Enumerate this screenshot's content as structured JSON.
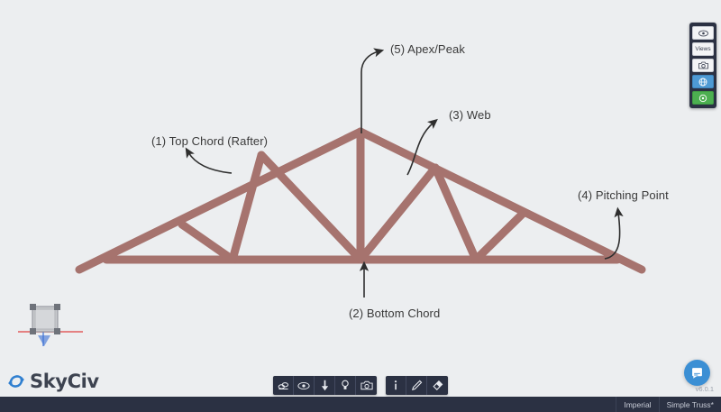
{
  "app": {
    "name": "SkyCiv",
    "version_label": "v6.0.1"
  },
  "viewport": {
    "background_color": "#eceef0",
    "member_color": "#a6736e",
    "annotations": [
      {
        "id": "top-chord",
        "text": "(1) Top Chord (Rafter)"
      },
      {
        "id": "bottom-chord",
        "text": "(2) Bottom Chord"
      },
      {
        "id": "web",
        "text": "(3) Web"
      },
      {
        "id": "pitching-point",
        "text": "(4) Pitching Point"
      },
      {
        "id": "apex",
        "text": "(5) Apex/Peak"
      }
    ]
  },
  "right_toolbar": {
    "items": [
      {
        "id": "visibility",
        "icon": "eye-icon",
        "label": ""
      },
      {
        "id": "views",
        "icon": "views-text",
        "label": "Views"
      },
      {
        "id": "screenshot",
        "icon": "camera-icon",
        "label": ""
      },
      {
        "id": "globe",
        "icon": "globe-icon",
        "label": "",
        "color": "#4e9ad4"
      },
      {
        "id": "settings",
        "icon": "gear-icon",
        "label": "",
        "color": "#4caf50"
      }
    ]
  },
  "tool_strip": {
    "group_one": [
      {
        "id": "members",
        "icon": "members-icon"
      },
      {
        "id": "visibility",
        "icon": "eye-icon"
      },
      {
        "id": "loads",
        "icon": "arrow-down-icon"
      },
      {
        "id": "lighting",
        "icon": "bulb-icon"
      },
      {
        "id": "screenshot",
        "icon": "camera-icon"
      }
    ],
    "group_two": [
      {
        "id": "info",
        "icon": "info-icon"
      },
      {
        "id": "pen",
        "icon": "pen-icon"
      },
      {
        "id": "eraser",
        "icon": "eraser-icon"
      }
    ]
  },
  "status_bar": {
    "units": "Imperial",
    "model_name": "Simple Truss*"
  },
  "chat": {
    "icon": "chat-icon",
    "color": "#3b8fd4"
  },
  "axis_gizmo": {
    "icon": "view-cube-icon",
    "x_axis_color": "#e04444",
    "z_axis_color": "#3b6fd4"
  }
}
